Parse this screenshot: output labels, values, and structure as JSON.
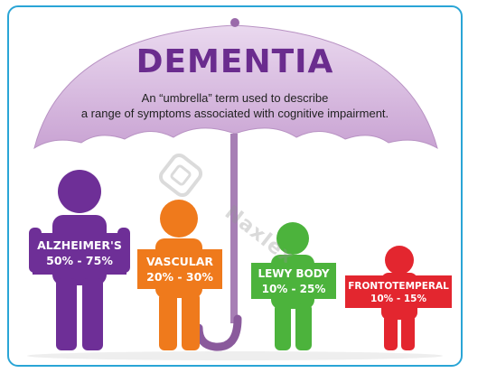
{
  "title": "DEMENTIA",
  "subtitle_line1": "An “umbrella” term used to describe",
  "subtitle_line2": "a range of symptoms associated with cognitive impairment.",
  "watermark": "Naxlex",
  "types": [
    {
      "name": "ALZHEIMER'S",
      "percent": "50% - 75%",
      "color": "#6e2f97"
    },
    {
      "name": "VASCULAR",
      "percent": "20% - 30%",
      "color": "#ef7a1c"
    },
    {
      "name": "LEWY BODY",
      "percent": "10% - 25%",
      "color": "#4cb33c"
    },
    {
      "name": "FRONTOTEMPERAL",
      "percent": "10% - 15%",
      "color": "#e3262f"
    }
  ],
  "colors": {
    "umbrella": "#d7b7de",
    "title": "#6a2c8e",
    "frame": "#2aa5d6"
  }
}
